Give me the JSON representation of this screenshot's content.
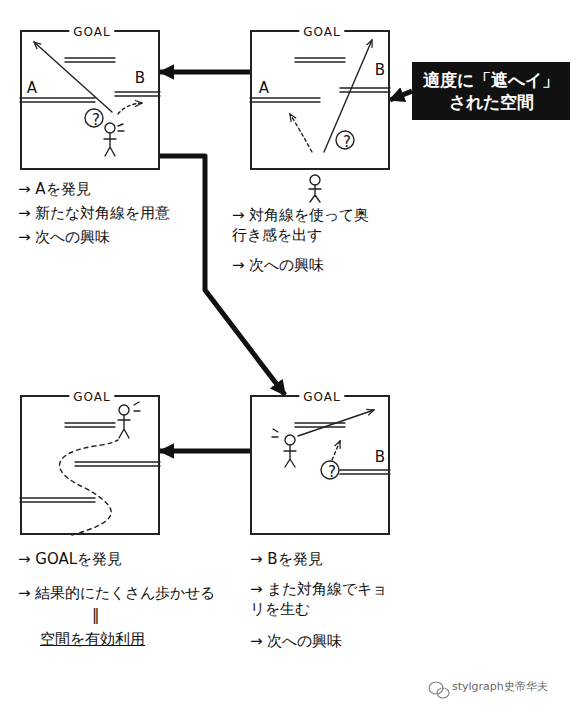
{
  "diagram": {
    "nodes": [
      {
        "text": [
          "GOAL",
          "A",
          "B",
          "?"
        ]
      },
      {
        "text": [
          "GOAL",
          "A",
          "B",
          "?"
        ]
      },
      {
        "text": [
          "適度に「遮へイ」された空間"
        ]
      },
      {
        "text": [
          "GOAL"
        ]
      },
      {
        "text": [
          "GOAL",
          "B",
          "?"
        ]
      }
    ],
    "edges": [
      {
        "from": 1,
        "to": 0,
        "arrow": "to"
      },
      {
        "from": 2,
        "to": 1,
        "arrow": "to"
      },
      {
        "from": 0,
        "to": 4,
        "arrow": "to"
      },
      {
        "from": 4,
        "to": 3,
        "arrow": "to"
      }
    ],
    "labels": [
      "→ Aを発見",
      "→ 新たな対角線を用意",
      "→ 次への興味",
      "→ 対角線を使って奥行き感を出す",
      "→ 次への興味",
      "→ GOALを発見",
      "→ 結果的にたくさん歩かせる",
      "‖",
      "空間を有効利用",
      "→ Bを発見",
      "→ また対角線でキョリを生む",
      "→ 次への興味",
      "stylgraph史帝华夫"
    ]
  }
}
